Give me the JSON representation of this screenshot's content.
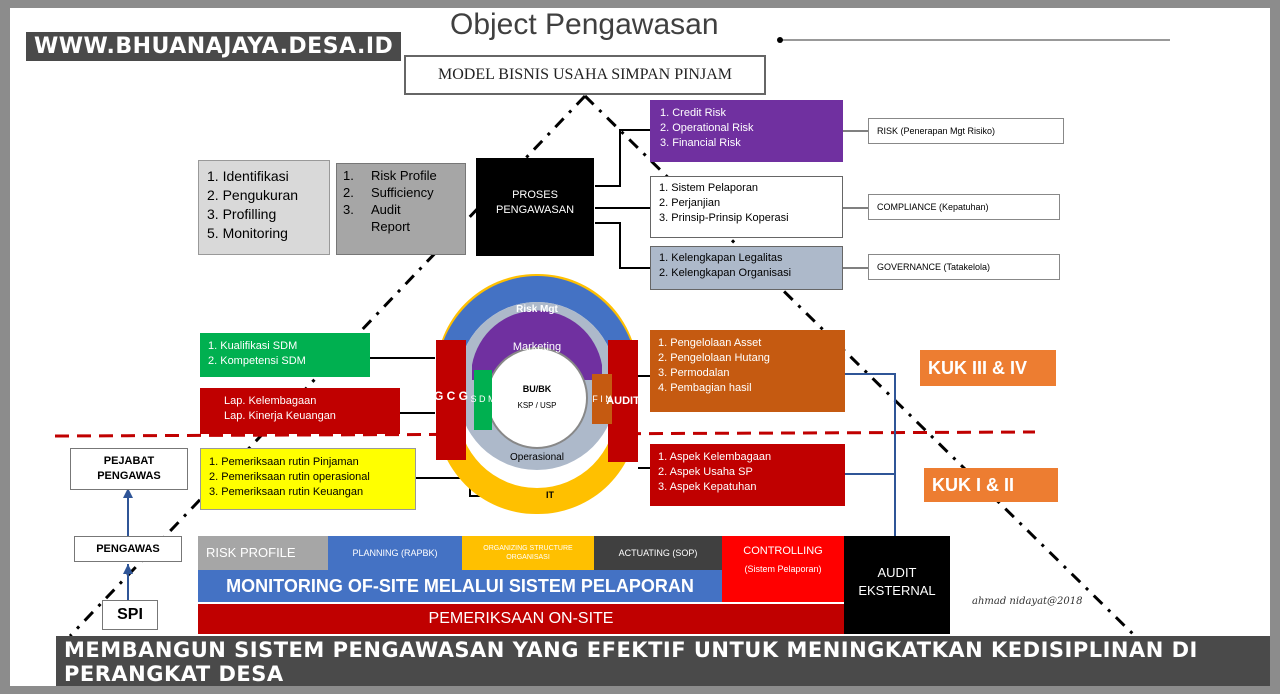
{
  "watermark_top": "WWW.BHUANAJAYA.DESA.ID",
  "caption_bottom": "MEMBANGUN SISTEM PENGAWASAN YANG EFEKTIF UNTUK MENINGKATKAN KEDISIPLINAN DI PERANGKAT DESA",
  "title": "Object Pengawasan",
  "model": "MODEL BISNIS USAHA SIMPAN PINJAM",
  "steps": [
    "1. Identifikasi",
    "2. Pengukuran",
    "3. Profilling",
    "5. Monitoring"
  ],
  "risk_profile": [
    "1.",
    "Risk Profile",
    "2.",
    "Sufficiency",
    "3.",
    "Audit",
    "",
    "Report"
  ],
  "proses": [
    "PROSES",
    "PENGAWASAN"
  ],
  "risks": [
    "1.  Credit Risk",
    "2.  Operational Risk",
    "3.  Financial Risk"
  ],
  "sistem": [
    "1.  Sistem Pelaporan",
    "2.  Perjanjian",
    "3.  Prinsip-Prinsip Koperasi"
  ],
  "kelengkapan": [
    "1. Kelengkapan Legalitas",
    "2. Kelengkapan Organisasi"
  ],
  "right_labels": {
    "risk": "RISK (Penerapan Mgt Risiko)",
    "compliance": "COMPLIANCE (Kepatuhan)",
    "governance": "GOVERNANCE (Tatakelola)"
  },
  "kualifikasi": [
    "1.  Kualifikasi SDM",
    "2.  Kompetensi SDM"
  ],
  "lap": [
    "Lap. Kelembagaan",
    "Lap. Kinerja Keuangan"
  ],
  "pejabat": [
    "PEJABAT",
    "PENGAWAS"
  ],
  "pengawas": "PENGAWAS",
  "spi": "SPI",
  "pemeriksaan": [
    "1. Pemeriksaan rutin Pinjaman",
    "2. Pemeriksaan rutin operasional",
    "3. Pemeriksaan rutin Keuangan"
  ],
  "circle": {
    "top": "Risk Mgt",
    "inner_top": "Marketing",
    "gcg": "G C G",
    "sdm": "S D M",
    "audit": "AUDIT",
    "fin": "F I N",
    "center_1": "BU/BK",
    "center_2": "KSP / USP",
    "bottom": "Operasional",
    "bottom_left": "IT"
  },
  "asset": [
    "1. Pengelolaan Asset",
    "2. Pengelolaan Hutang",
    "3. Permodalan",
    "4. Pembagian hasil"
  ],
  "aspek": [
    "1. Aspek Kelembagaan",
    "2. Aspek Usaha SP",
    "3. Aspek Kepatuhan"
  ],
  "kuk_top": "KUK III & IV",
  "kuk_bottom": "KUK I & II",
  "bar": {
    "risk_profile": "RISK PROFILE",
    "planning": "PLANNING (RAPBK)",
    "organizing": "ORGANIZING STRUCTURE ORGANISASI",
    "actuating": "ACTUATING (SOP)",
    "controlling": "CONTROLLING",
    "controlling_sub": "(Sistem Pelaporan)",
    "monitoring": "MONITORING OF-SITE MELALUI SISTEM PELAPORAN",
    "onsite": "PEMERIKSAAN ON-SITE",
    "audit_1": "AUDIT",
    "audit_2": "EKSTERNAL"
  },
  "signature": "ahmad nidayat@2018",
  "colors": {
    "purple": "#7030a0",
    "red": "#c00000",
    "green": "#00b050",
    "yellow": "#ffff00",
    "orange": "#c55a11",
    "kuk": "#ed7d31",
    "slate": "#adb9ca",
    "blue": "#4472c4",
    "black": "#000000"
  }
}
